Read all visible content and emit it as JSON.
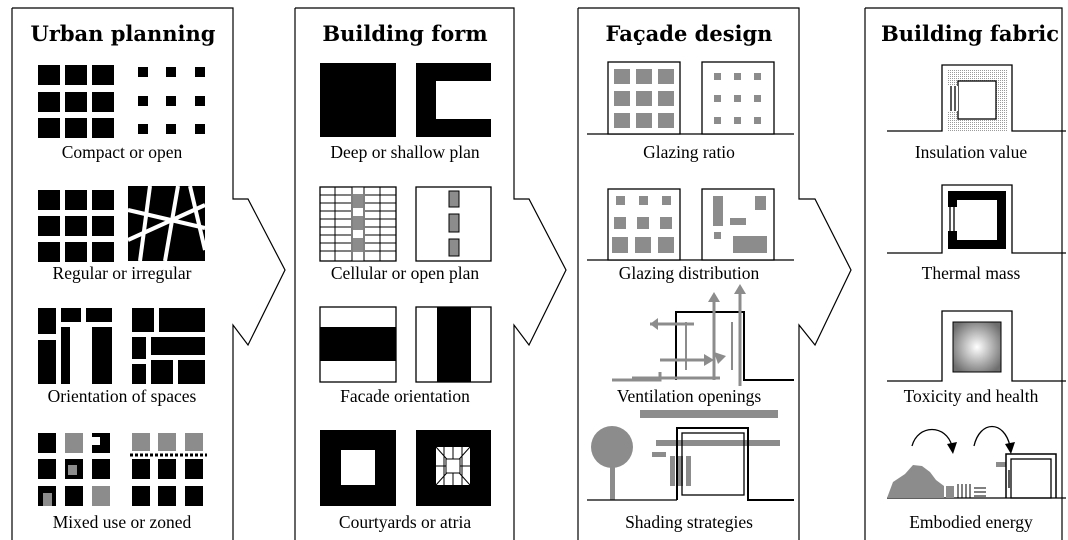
{
  "stages": [
    {
      "title": "Urban planning",
      "items": [
        "Compact or open",
        "Regular or irregular",
        "Orientation of spaces",
        "Mixed use or zoned"
      ]
    },
    {
      "title": "Building form",
      "items": [
        "Deep or shallow plan",
        "Cellular or open plan",
        "Facade orientation",
        "Courtyards or atria"
      ]
    },
    {
      "title": "Façade design",
      "items": [
        "Glazing ratio",
        "Glazing distribution",
        "Ventilation openings",
        "Shading strategies"
      ]
    },
    {
      "title": "Building fabric",
      "items": [
        "Insulation value",
        "Thermal mass",
        "Toxicity and health",
        "Embodied energy"
      ]
    }
  ],
  "colors": {
    "black": "#000000",
    "grey": "#8c8c8c",
    "light_grey": "#c8c8c8",
    "white": "#ffffff"
  }
}
